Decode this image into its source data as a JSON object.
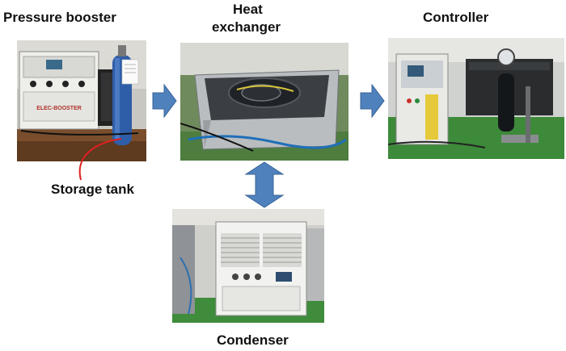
{
  "labels": {
    "pressure_booster": "Pressure booster",
    "heat_exchanger_line1": "Heat",
    "heat_exchanger_line2": "exchanger",
    "controller": "Controller",
    "storage_tank": "Storage tank",
    "condenser": "Condenser"
  },
  "device_text": {
    "booster_panel": "ELEC-BOOSTER"
  },
  "colors": {
    "arrow_fill": "#4f81bd",
    "arrow_stroke": "#3a6496",
    "callout_line": "#e02020"
  }
}
